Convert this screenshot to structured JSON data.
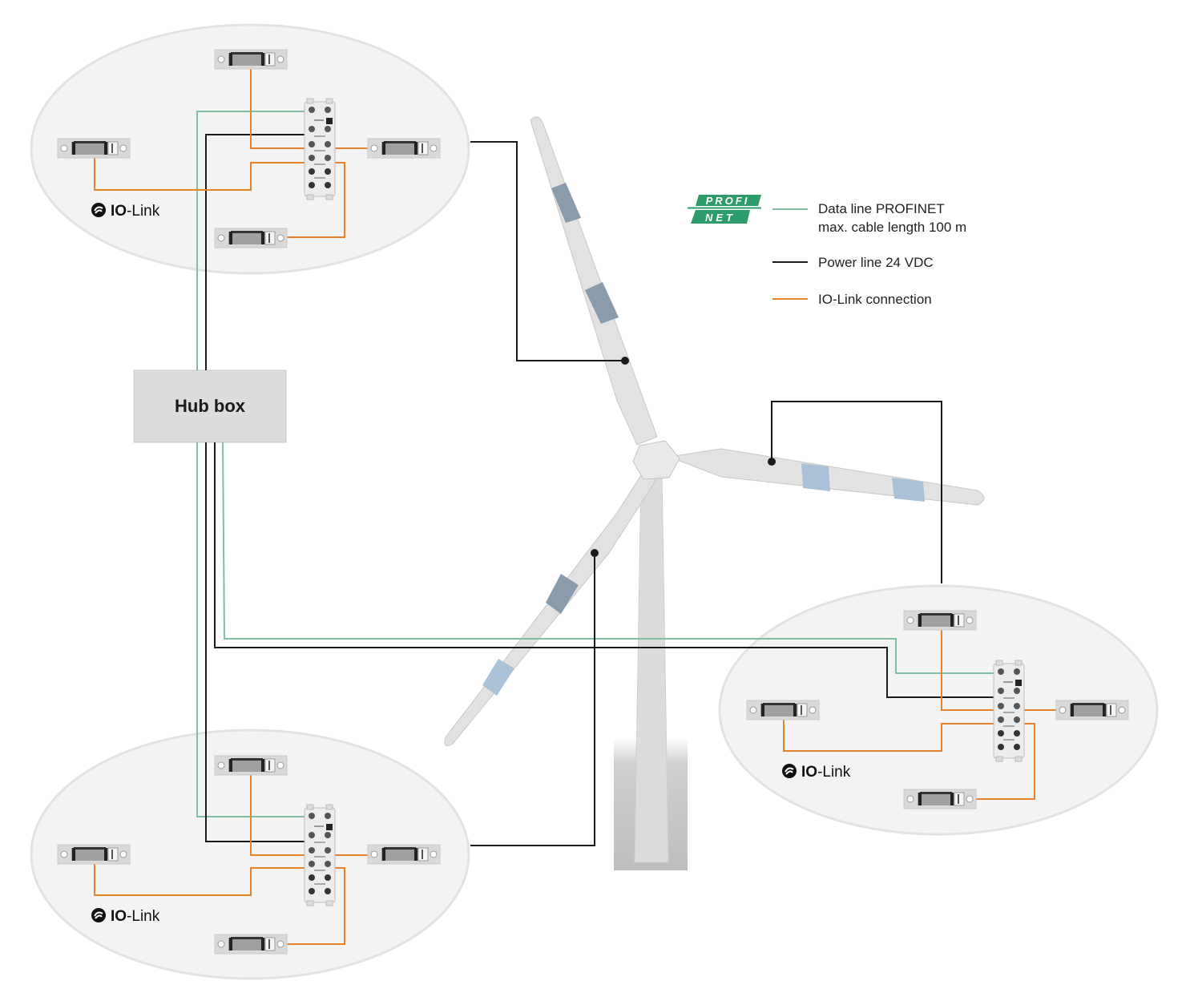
{
  "hub_box": {
    "label": "Hub box"
  },
  "io_link_badges": [
    {
      "bold": "IO",
      "rest": "-Link"
    },
    {
      "bold": "IO",
      "rest": "-Link"
    },
    {
      "bold": "IO",
      "rest": "-Link"
    }
  ],
  "legend": {
    "profinet_logo": {
      "top": "PROFI",
      "bottom": "NET"
    },
    "items": [
      {
        "label_line1": "Data line PROFINET",
        "label_line2": "max. cable length 100 m",
        "color": "#7fbf9f"
      },
      {
        "label_line1": "Power line 24 VDC",
        "label_line2": "",
        "color": "#1a1a1a"
      },
      {
        "label_line1": "IO-Link connection",
        "label_line2": "",
        "color": "#e8822a"
      }
    ]
  },
  "colors": {
    "profinet": "#7fbf9f",
    "power": "#1a1a1a",
    "iolink": "#e8822a",
    "ellipse_fill": "#f3f3f3",
    "ellipse_stroke": "#e2e2e2",
    "hub_fill": "#dcdcdc",
    "blade_band_dark": "#8a9bab",
    "blade_band_light": "#a9c2d8",
    "profinet_logo": "#2e9c6a"
  }
}
